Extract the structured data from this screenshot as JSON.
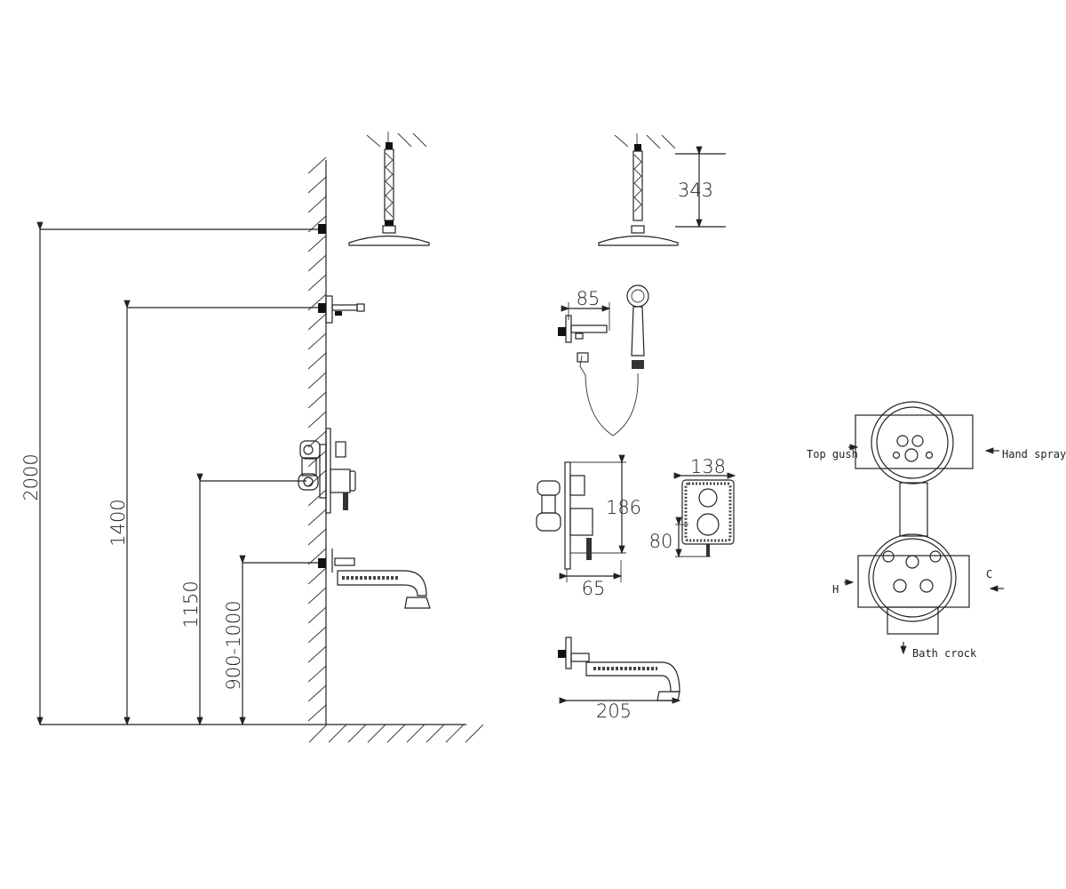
{
  "installation": {
    "heights": [
      "2000",
      "1400",
      "1150",
      "900-1000"
    ]
  },
  "components": {
    "overhead_shower_height": "343",
    "hand_shower_bracket": "85",
    "mixer_height": "186",
    "mixer_depth": "65",
    "cover_plate_width": "138",
    "cover_plate_offset": "80",
    "spout_length": "205"
  },
  "valve_body": {
    "top_outlet": "Top gush",
    "hand_outlet": "Hand spray",
    "hot_inlet": "H",
    "cold_inlet": "C",
    "bath_outlet": "Bath crock"
  }
}
